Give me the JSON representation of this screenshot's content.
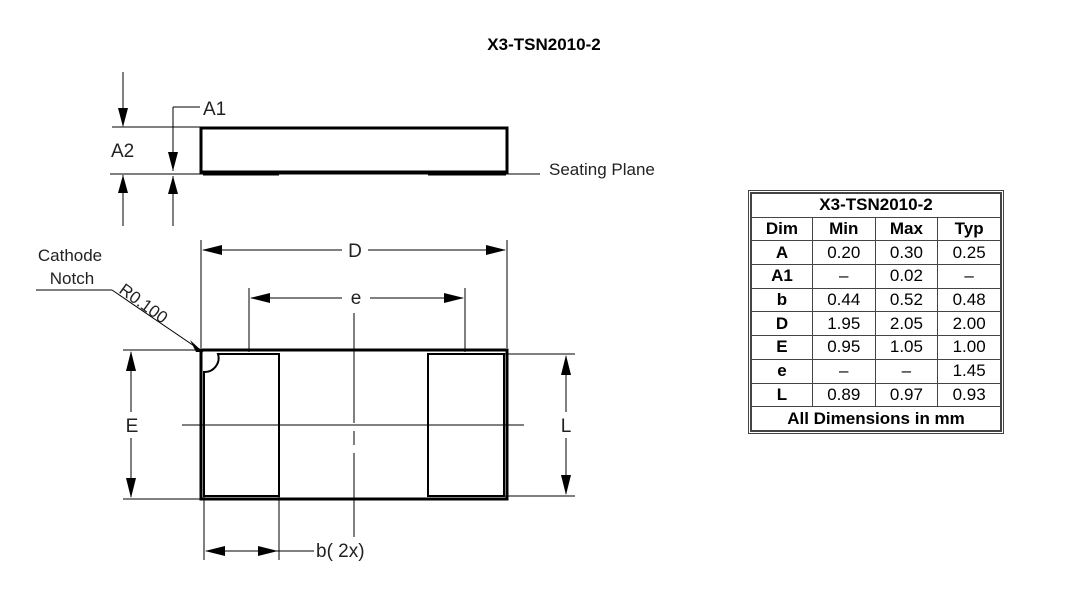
{
  "title": "X3-TSN2010-2",
  "side_view": {
    "a1_label": "A1",
    "a2_label": "A2",
    "seating_plane_label": "Seating Plane"
  },
  "top_view": {
    "cathode_label_line1": "Cathode",
    "cathode_label_line2": "Notch",
    "radius_label": "R0.100",
    "d_label": "D",
    "e_pitch_label": "e",
    "e_width_label": "E",
    "l_label": "L",
    "b_label": "b( 2x)"
  },
  "table": {
    "title": "X3-TSN2010-2",
    "headers": [
      "Dim",
      "Min",
      "Max",
      "Typ"
    ],
    "rows": [
      [
        "A",
        "0.20",
        "0.30",
        "0.25"
      ],
      [
        "A1",
        "–",
        "0.02",
        "–"
      ],
      [
        "b",
        "0.44",
        "0.52",
        "0.48"
      ],
      [
        "D",
        "1.95",
        "2.05",
        "2.00"
      ],
      [
        "E",
        "0.95",
        "1.05",
        "1.00"
      ],
      [
        "e",
        "–",
        "–",
        "1.45"
      ],
      [
        "L",
        "0.89",
        "0.97",
        "0.93"
      ]
    ],
    "footer": "All Dimensions in mm"
  }
}
